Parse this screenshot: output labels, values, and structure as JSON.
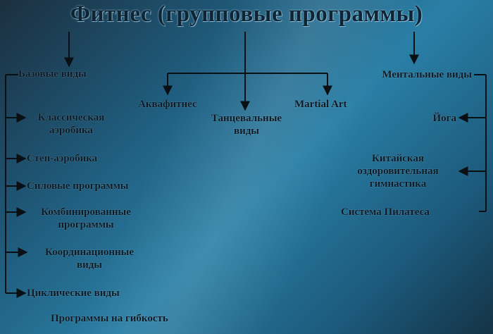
{
  "title": "Фитнес (групповые программы)",
  "left": {
    "header": "Базовые виды",
    "items": [
      [
        "Классическая",
        "аэробика"
      ],
      [
        "Степ-аэробика"
      ],
      [
        "Силовые программы"
      ],
      [
        "Комбинированные",
        "программы"
      ],
      [
        "Координационные",
        "виды"
      ],
      [
        "Циклические виды"
      ]
    ],
    "extra": "Программы на гибкость"
  },
  "center": {
    "items": [
      [
        "Аквафитнес"
      ],
      [
        "Танцевальные",
        "виды"
      ],
      [
        "Martial Art"
      ]
    ]
  },
  "right": {
    "header": "Ментальные виды",
    "items": [
      [
        "Йога"
      ],
      [
        "Китайская",
        "оздоровительная",
        "гимнастика"
      ],
      [
        "Система Пилатеса"
      ]
    ]
  },
  "colors": {
    "line": "#0a0f14",
    "text": "#0d1a24"
  }
}
